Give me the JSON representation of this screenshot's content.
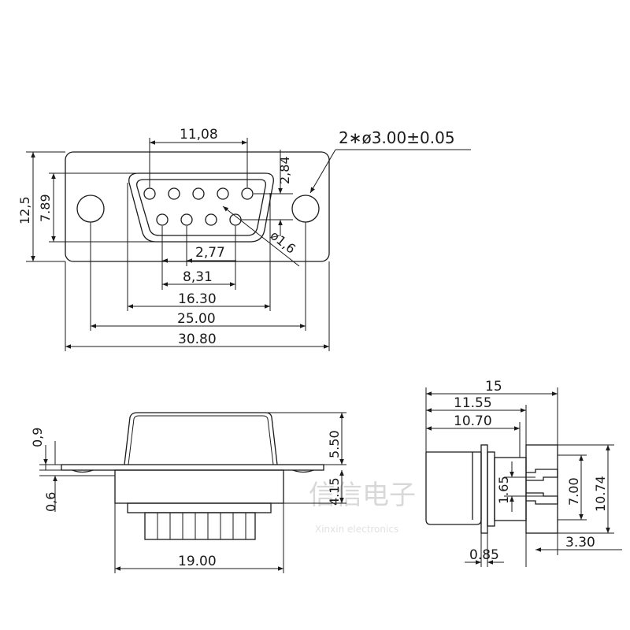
{
  "front_view": {
    "callout_holes": "2∗ø3.00±0.05",
    "pin_diameter": "ø1,6",
    "dim_pin_span_top": "11,08",
    "dim_row_offset": "2,84",
    "dim_overall_height": "12,5",
    "dim_shell_height": "7.89",
    "dim_pin_pitch": "2,77",
    "dim_bottom_row_span": "8,31",
    "dim_shell_width": "16.30",
    "dim_hole_spacing": "25.00",
    "dim_flange_width": "30.80"
  },
  "bottom_view": {
    "dim_flange_thickness": "0,9",
    "dim_gap": "0,6",
    "dim_shell_height": "5.50",
    "dim_lower_height": "4.15",
    "dim_shell_width": "19.00"
  },
  "side_view": {
    "dim_total_length": "15",
    "dim_length_2": "11.55",
    "dim_length_3": "10.70",
    "dim_pin_offset": "1.65",
    "dim_pin_height": "7.00",
    "dim_body_height": "10.74",
    "dim_pin_length": "3.30",
    "dim_flange": "0.85"
  },
  "watermark": {
    "text": "信信电子",
    "subtext": "Xinxin electronics"
  }
}
